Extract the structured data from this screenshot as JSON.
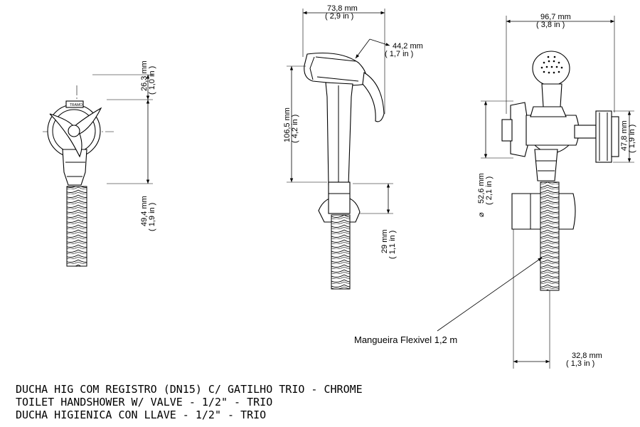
{
  "dimensions": {
    "left_top": {
      "mm": "26,3 mm",
      "in": "( 1,0 in )"
    },
    "left_bottom": {
      "mm": "49,4 mm",
      "in": "( 1,9 in )"
    },
    "mid_width": {
      "mm": "73,8 mm",
      "in": "( 2,9 in )"
    },
    "mid_head": {
      "mm": "44,2 mm",
      "in": "( 1,7 in )"
    },
    "mid_height": {
      "mm": "106,5 mm",
      "in": "( 4,2 in )"
    },
    "mid_holder": {
      "mm": "29 mm",
      "in": "( 1,1 in )"
    },
    "right_width": {
      "mm": "96,7 mm",
      "in": "( 3,8 in )"
    },
    "right_valve": {
      "mm": "47,8 mm",
      "in": "( 1,9 in )"
    },
    "right_dia": {
      "symbol": "⌀",
      "mm": "52,6 mm",
      "in": "( 2,1 in )"
    },
    "right_bottom": {
      "mm": "32,8 mm",
      "in": "( 1,3 in )"
    }
  },
  "callout": "Mangueira Flexivel 1,2 m",
  "title_lines": [
    "DUCHA HIG COM REGISTRO (DN15) C/ GATILHO TRIO - CHROME",
    "TOILET HANDSHOWER W/ VALVE - 1/2\" - TRIO",
    "DUCHA HIGIENICA CON LLAVE - 1/2\" - TRIO"
  ]
}
